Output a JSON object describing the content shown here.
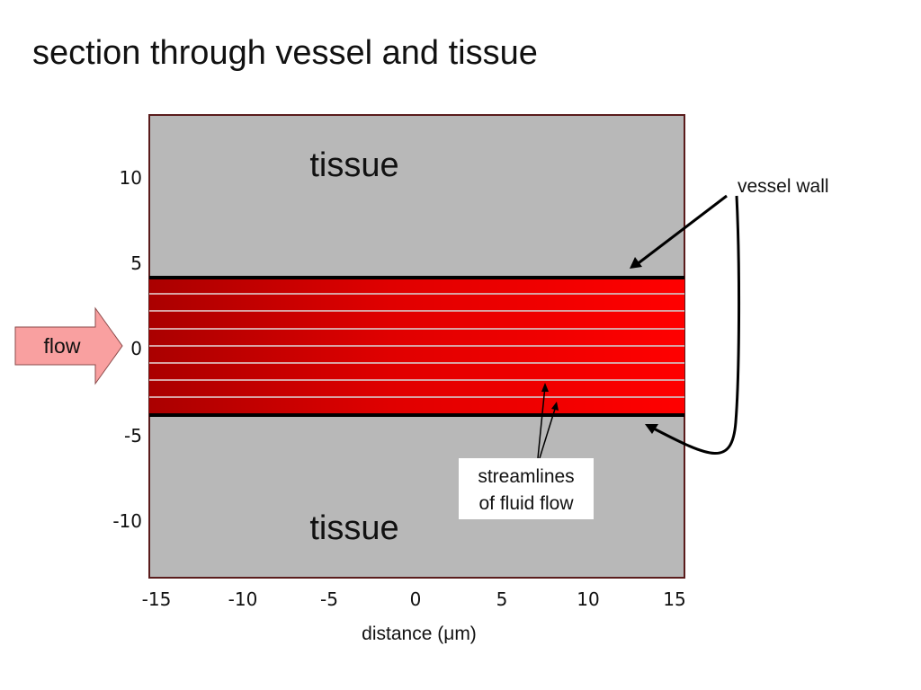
{
  "slide": {
    "title": "section through vessel and tissue"
  },
  "diagram": {
    "tissue_top_label": "tissue",
    "tissue_bottom_label": "tissue",
    "x_axis_label": "distance (μm)",
    "x_ticks": [
      "-15",
      "-10",
      "-5",
      "0",
      "5",
      "10",
      "15"
    ],
    "y_ticks": [
      "10",
      "5",
      "0",
      "-5",
      "-10"
    ],
    "flow_label": "flow",
    "vessel_wall_label": "vessel wall",
    "streamlines_label_line1": "streamlines",
    "streamlines_label_line2": "of fluid flow",
    "colors": {
      "tissue": "#b8b8b8",
      "vessel_dark": "#aa0000",
      "vessel_bright": "#ff0000",
      "flow_arrow": "#f9a0a0",
      "streamline": "#d9a4a4"
    },
    "icons": [
      "flow-arrow-icon"
    ]
  }
}
